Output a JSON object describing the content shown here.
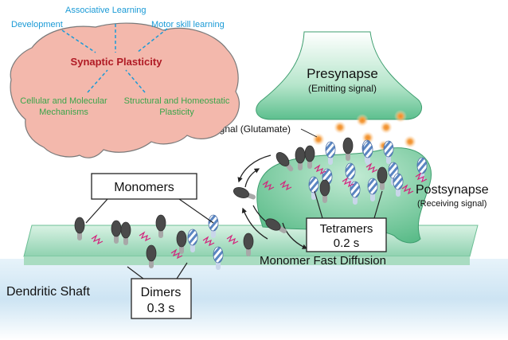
{
  "brain": {
    "center": "Synaptic Plasticity",
    "topics": {
      "development": "Development",
      "associative": "Associative Learning",
      "motor": "Motor skill learning",
      "cellular_1": "Cellular and Molecular",
      "cellular_2": "Mechanisms",
      "structural_1": "Structural and Homeostatic",
      "structural_2": "Plasticity"
    }
  },
  "presynapse": {
    "title": "Presynapse",
    "subtitle": "(Emitting signal)"
  },
  "postsynapse": {
    "title": "Postsynapse",
    "subtitle": "(Receiving signal)"
  },
  "signal_label": "Signal (Glutamate)",
  "monomers_label": "Monomers",
  "tetramers": {
    "label": "Tetramers",
    "time": "0.2 s"
  },
  "dimers": {
    "label": "Dimers",
    "time": "0.3 s"
  },
  "diffusion_label": "Monomer Fast Diffusion",
  "shaft_label": "Dendritic Shaft",
  "colors": {
    "brain_fill": "#f3b8ac",
    "brain_stroke": "#7a7a7a",
    "topic_blue": "#1a9ad6",
    "topic_green": "#3aa54a",
    "center_red": "#b01a24",
    "membrane_green": "#9fdcbf",
    "shaft_blue": "#cfe6f4",
    "receptor_dark": "#4a4a4a",
    "receptor_striped": "#5b86c2",
    "arrow_magenta": "#d3237c",
    "signal_orange": "#f08a24"
  }
}
